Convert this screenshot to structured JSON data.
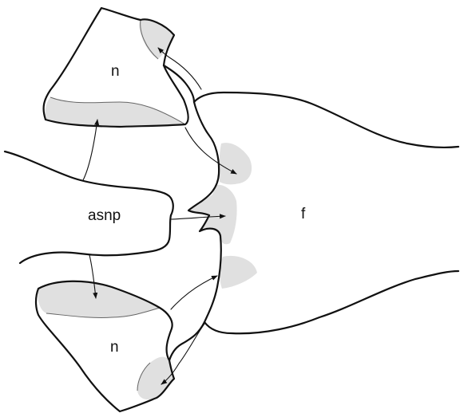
{
  "labels": {
    "nucleus_upper": "n",
    "nucleus_lower": "n",
    "asnp": "asnp",
    "f": "f"
  },
  "colors": {
    "outline": "#111111",
    "shaded_region": "#e0e0e0",
    "background": "#ffffff"
  }
}
